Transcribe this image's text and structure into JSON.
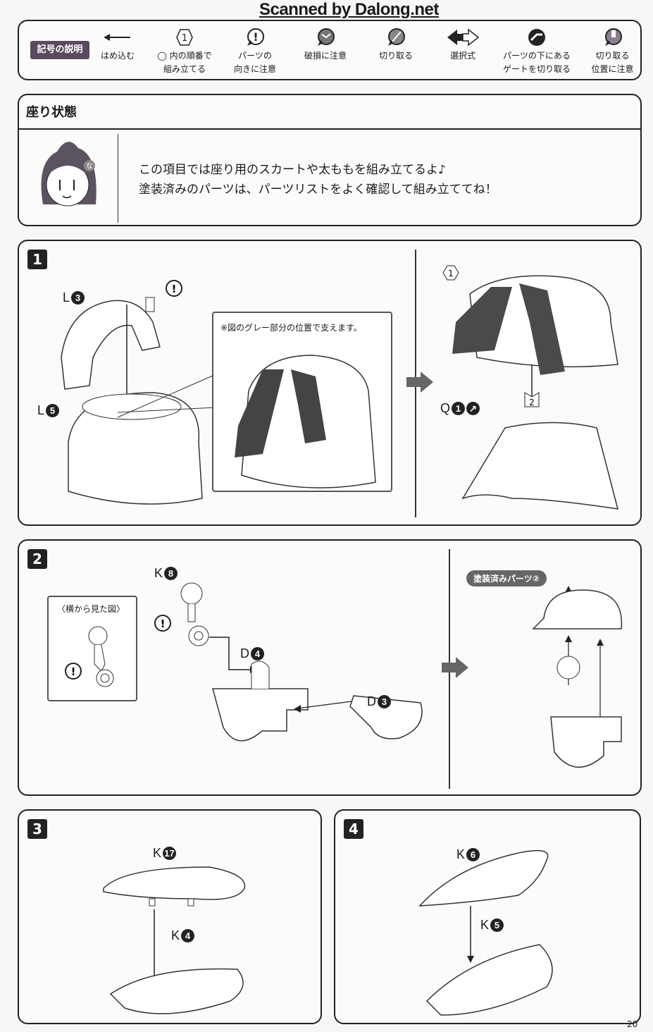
{
  "watermark": "Scanned by Dalong.net",
  "legend": {
    "title": "記号の説明",
    "items": [
      {
        "icon": "press-fit-arrow-icon",
        "label1": "はめ込む",
        "label2": ""
      },
      {
        "icon": "hexagon-order-icon",
        "label1": "◯ 内の順番で",
        "label2": "組み立てる",
        "icon_text": "1"
      },
      {
        "icon": "orientation-warning-icon",
        "label1": "パーツの",
        "label2": "向きに注意",
        "icon_text": "!"
      },
      {
        "icon": "breakage-warning-icon",
        "label1": "破損に注意",
        "label2": ""
      },
      {
        "icon": "cut-icon",
        "label1": "切り取る",
        "label2": ""
      },
      {
        "icon": "choice-arrows-icon",
        "label1": "選択式",
        "label2": ""
      },
      {
        "icon": "gate-under-part-icon",
        "label1": "パーツの下にある",
        "label2": "ゲートを切り取る"
      },
      {
        "icon": "cut-position-icon",
        "label1": "切り取る",
        "label2": "位置に注意"
      }
    ]
  },
  "section": {
    "title": "座り状態",
    "intro_line1": "この項目では座り用のスカートや太ももを組み立てるよ♪",
    "intro_line2": "塗装済みのパーツは、パーツリストをよく確認して組み立ててね！",
    "mascot_badge": "な"
  },
  "steps": [
    {
      "num": "1",
      "parts": [
        {
          "l": "L",
          "n": "3"
        },
        {
          "l": "L",
          "n": "5"
        },
        {
          "l": "Q",
          "n": "1"
        }
      ],
      "callout": "※図のグレー部分の位置で支えます。",
      "order": [
        "1",
        "2"
      ]
    },
    {
      "num": "2",
      "parts": [
        {
          "l": "K",
          "n": "8"
        },
        {
          "l": "D",
          "n": "4"
        },
        {
          "l": "D",
          "n": "3"
        }
      ],
      "side_view": "〈横から見た図〉",
      "painted_tag": "塗装済みパーツ②"
    },
    {
      "num": "3",
      "parts": [
        {
          "l": "K",
          "n": "17"
        },
        {
          "l": "K",
          "n": "4"
        }
      ]
    },
    {
      "num": "4",
      "parts": [
        {
          "l": "K",
          "n": "6"
        },
        {
          "l": "K",
          "n": "5"
        }
      ]
    }
  ],
  "page_number": "20"
}
